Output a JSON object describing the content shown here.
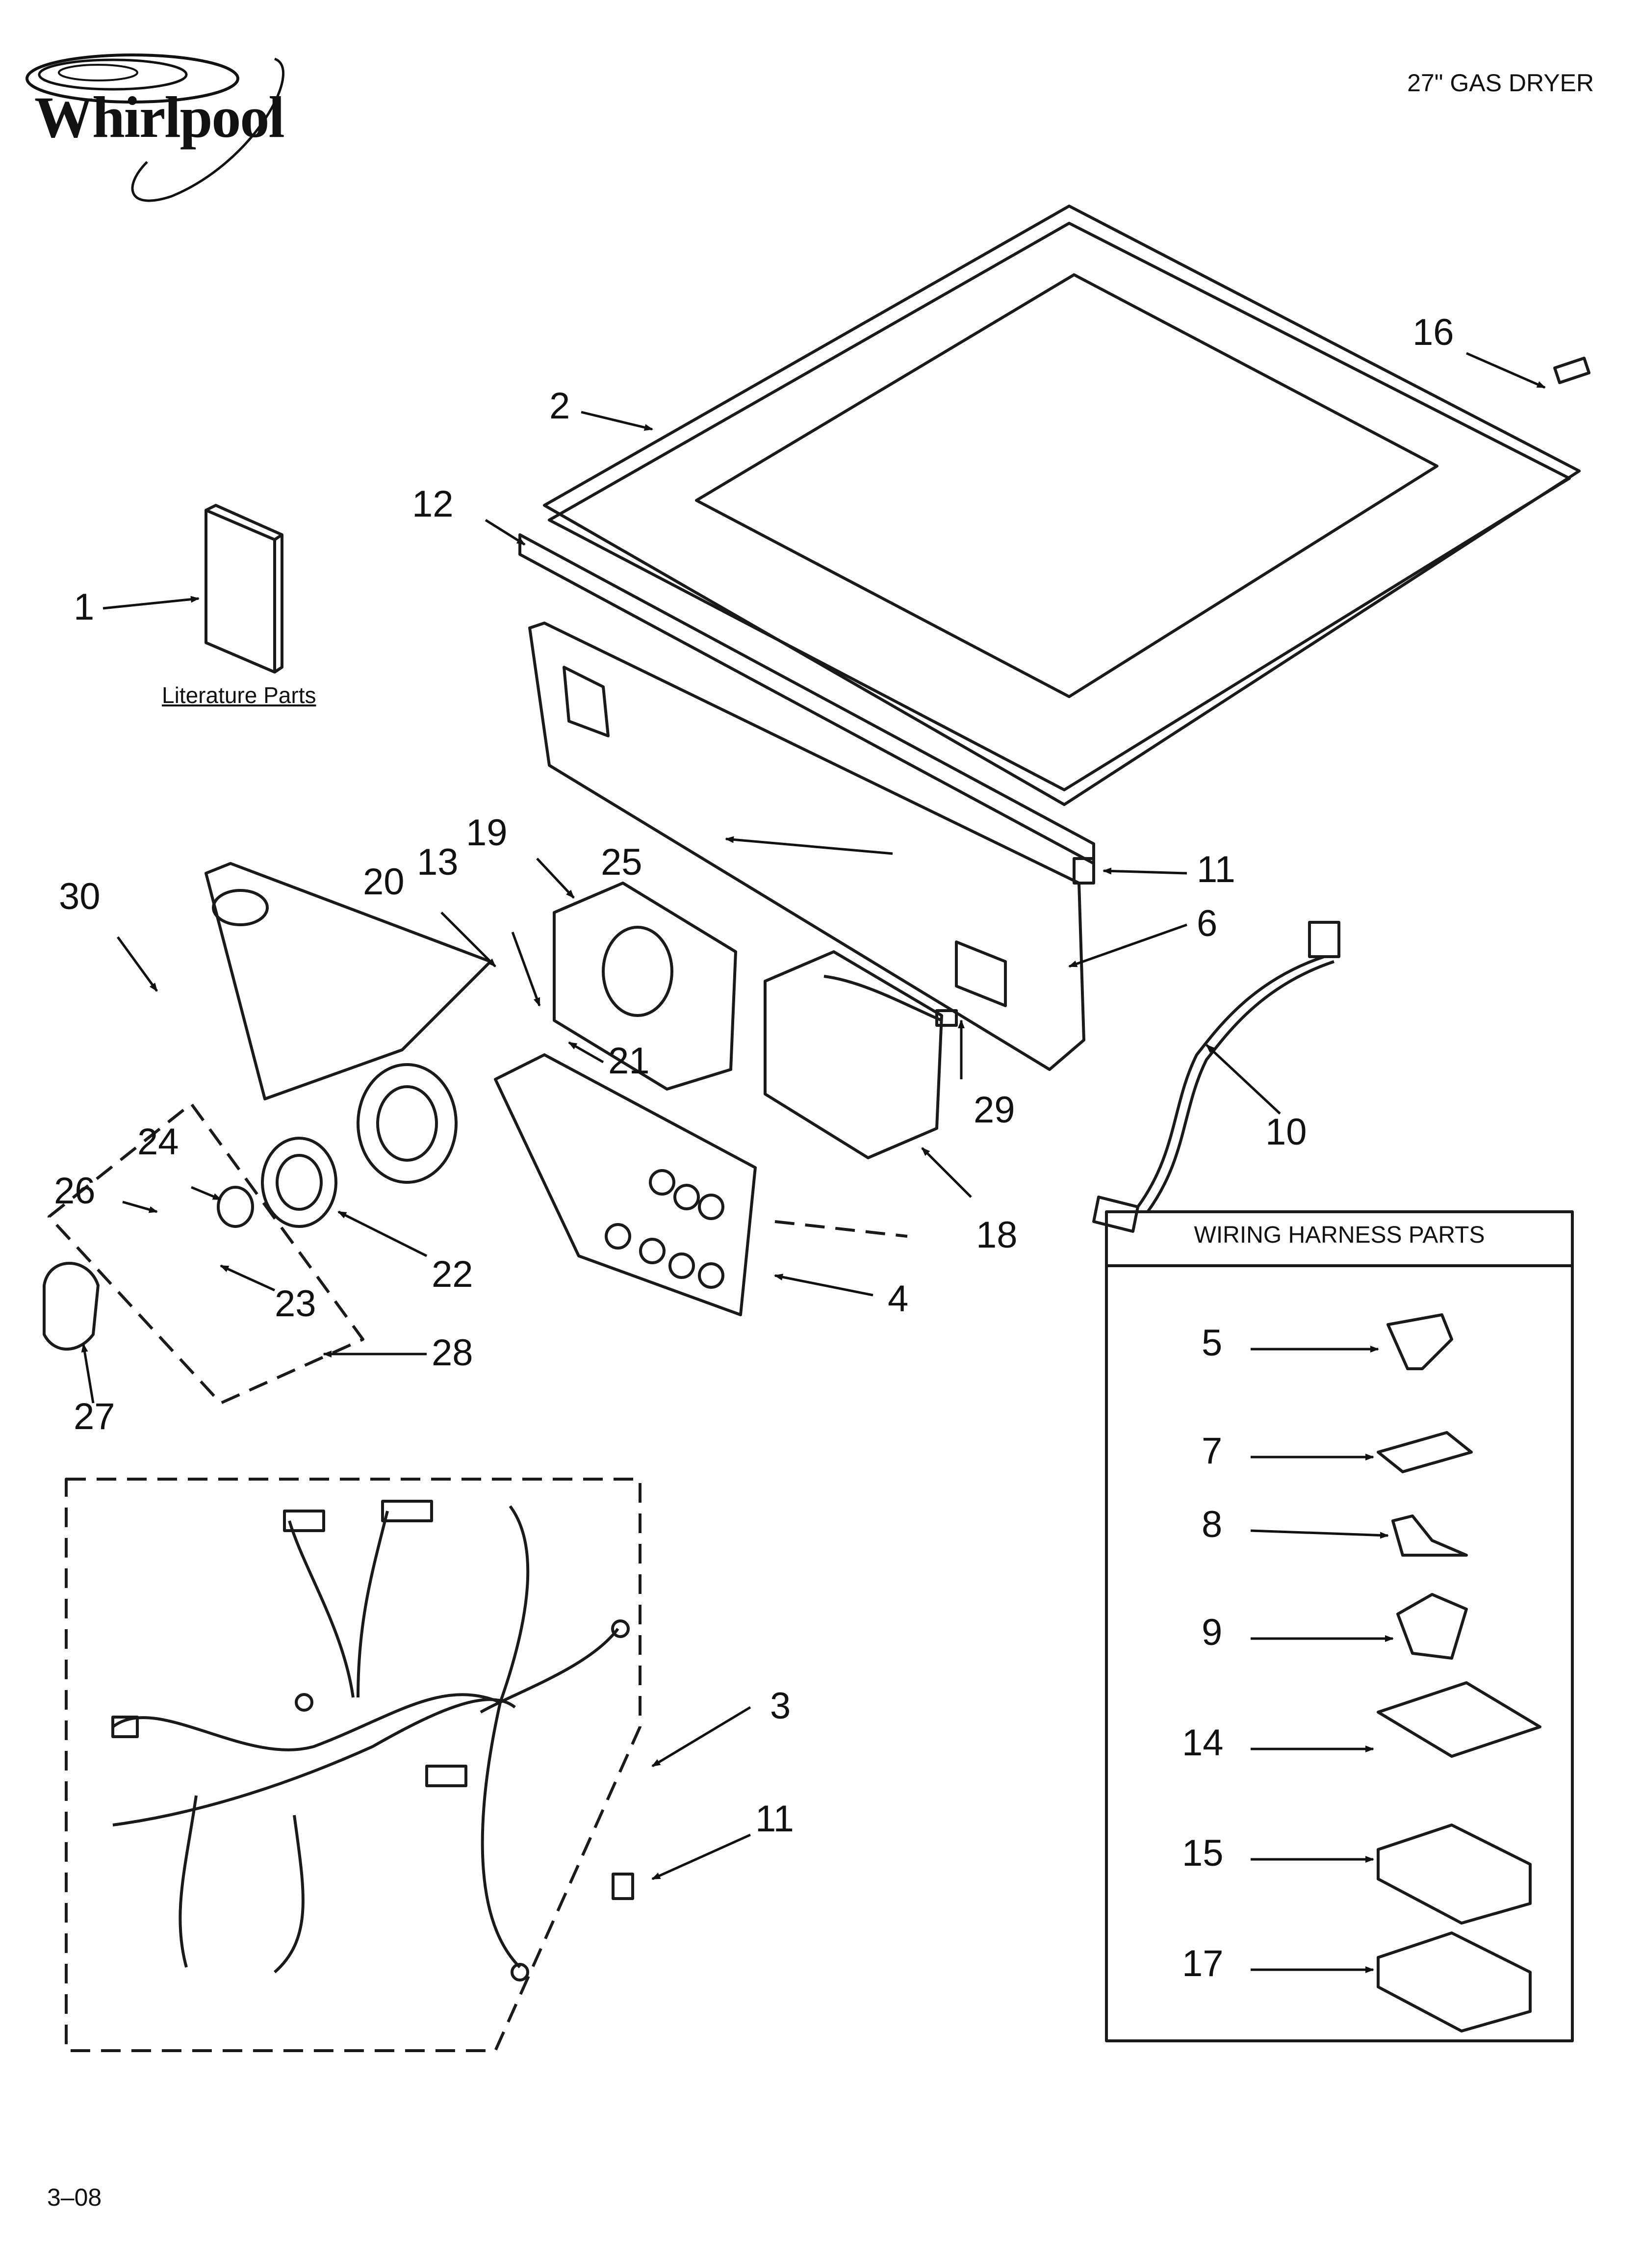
{
  "header": {
    "brand": "Whirlpool",
    "model": "27\" GAS DRYER"
  },
  "footer": {
    "page_code": "3–08"
  },
  "literature": {
    "label": "Literature Parts"
  },
  "wiring_harness": {
    "title": "WIRING HARNESS PARTS",
    "items": [
      "5",
      "7",
      "8",
      "9",
      "14",
      "15",
      "17"
    ]
  },
  "callouts": {
    "c1": "1",
    "c2": "2",
    "c3": "3",
    "c4": "4",
    "c6": "6",
    "c10": "10",
    "c11a": "11",
    "c11b": "11",
    "c12": "12",
    "c13": "13",
    "c16": "16",
    "c18": "18",
    "c19": "19",
    "c20": "20",
    "c21": "21",
    "c22": "22",
    "c23": "23",
    "c24": "24",
    "c25": "25",
    "c26": "26",
    "c27": "27",
    "c28": "28",
    "c29": "29",
    "c30": "30"
  },
  "colors": {
    "line": "#1a1a1a",
    "fill": "#ffffff",
    "shade": "#d9d9d9"
  }
}
